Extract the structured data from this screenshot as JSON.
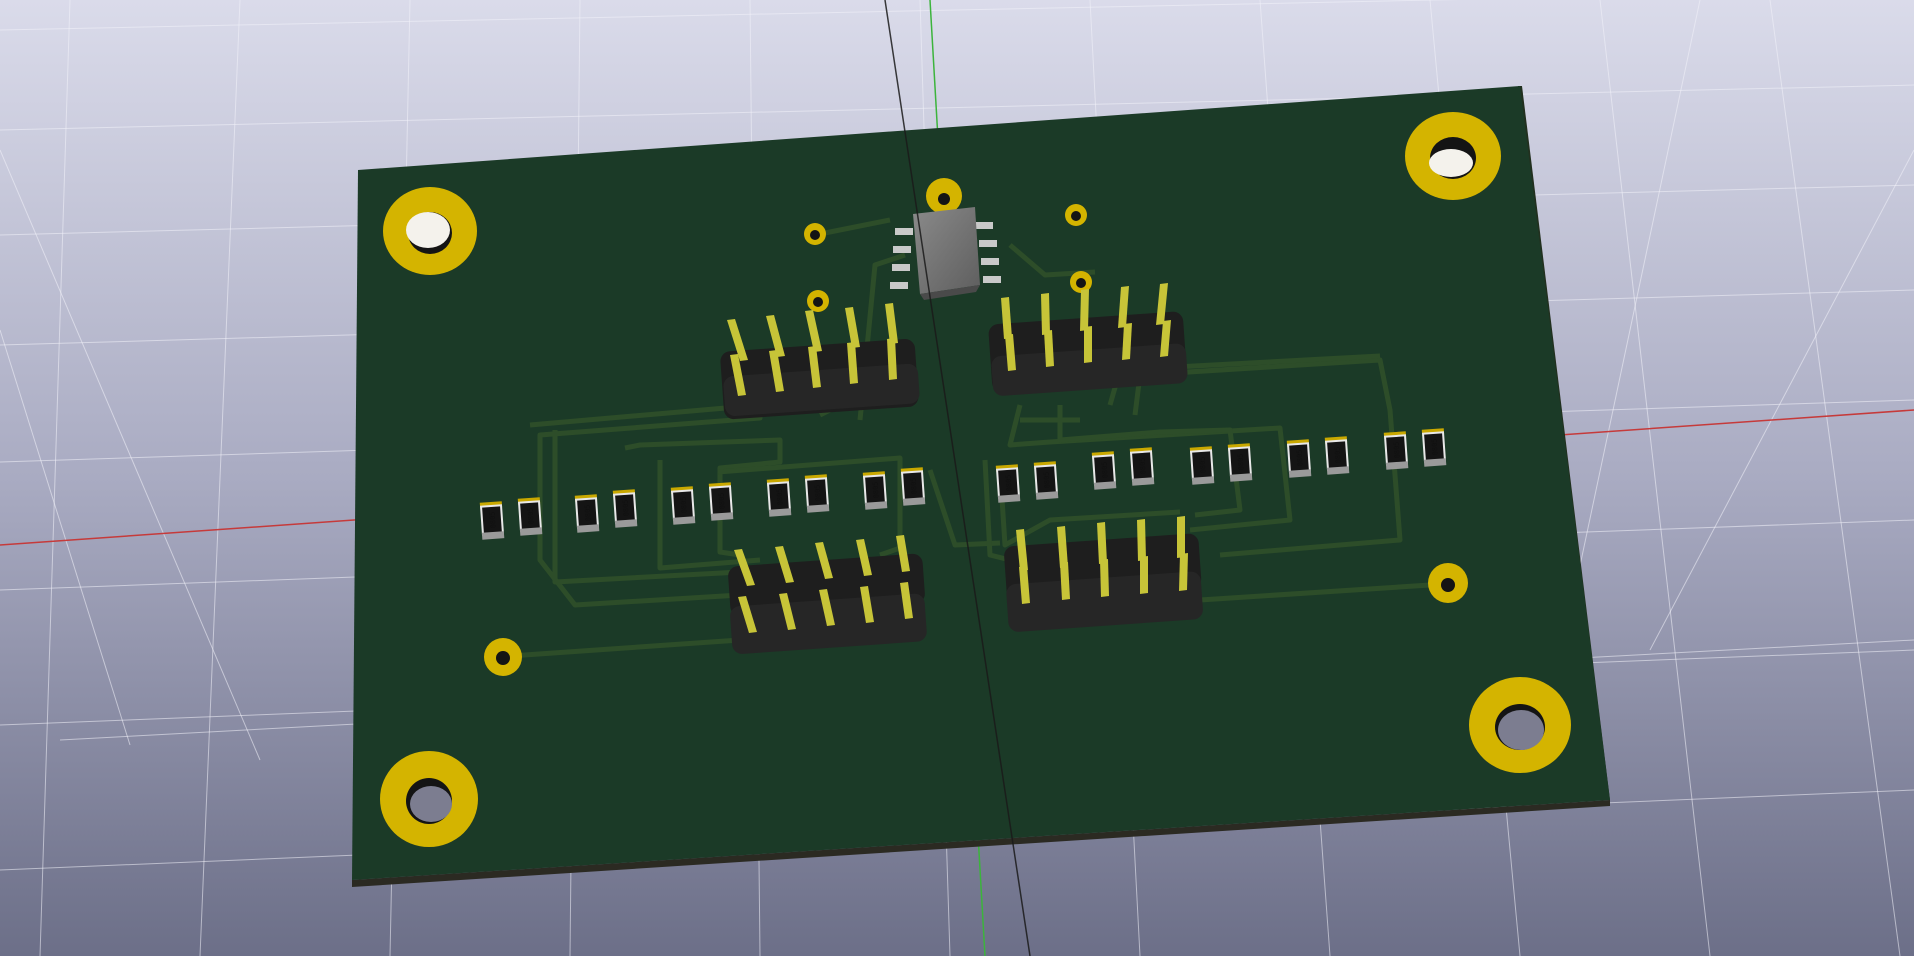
{
  "viewport": {
    "background_top": "#d6d8e8",
    "background_bottom": "#6f728a",
    "grid_color": "#eef0f8",
    "axis_x_color": "#c83c3c",
    "axis_y_color": "#3cb43c",
    "axis_z_color": "#1a1a1a"
  },
  "board": {
    "solder_mask": "#1b3a27",
    "edge": "#2a2a1e",
    "trace": "#2a4a27",
    "gold": "#d4b400",
    "mounting_holes": 4,
    "vias": 7
  },
  "components": {
    "ic_package": "SOIC-8",
    "resistor_label": "0805",
    "resistor_count": 20,
    "pin_header_blocks": 4
  }
}
